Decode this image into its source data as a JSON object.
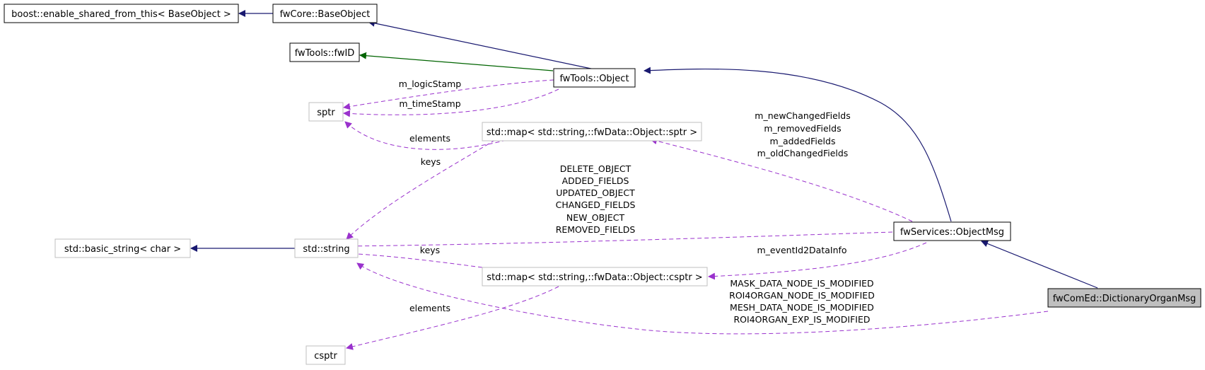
{
  "colors": {
    "inheritance": "#191970",
    "inheritance_alt": "#006400",
    "usage": "#9a32cd",
    "box_border": "#000000",
    "box_border_external": "#bfbfbf",
    "box_selected_fill": "#bfbfbf"
  },
  "nodes": {
    "boost_esft": "boost::enable_shared_from_this< BaseObject >",
    "fwcore_baseobject": "fwCore::BaseObject",
    "fwtools_fwid": "fwTools::fwID",
    "fwtools_object": "fwTools::Object",
    "sptr": "sptr",
    "map_sptr": "std::map< std::string,::fwData::Object::sptr >",
    "basic_string": "std::basic_string< char >",
    "std_string": "std::string",
    "objectmsg": "fwServices::ObjectMsg",
    "map_csptr": "std::map< std::string,::fwData::Object::csptr >",
    "dictionaryorganmsg": "fwComEd::DictionaryOrganMsg",
    "csptr": "csptr"
  },
  "edge_labels": {
    "logicstamp": "m_logicStamp",
    "timestamp": "m_timeStamp",
    "elements_sptr": "elements",
    "keys_sptr": "keys",
    "fields": [
      "m_newChangedFields",
      "m_removedFields",
      "m_addedFields",
      "m_oldChangedFields"
    ],
    "events": [
      "DELETE_OBJECT",
      "ADDED_FIELDS",
      "UPDATED_OBJECT",
      "CHANGED_FIELDS",
      "NEW_OBJECT",
      "REMOVED_FIELDS"
    ],
    "keys_csptr": "keys",
    "eventid2datainfo": "m_eventId2DataInfo",
    "elements_csptr": "elements",
    "organ_events": [
      "MASK_DATA_NODE_IS_MODIFIED",
      "ROI4ORGAN_NODE_IS_MODIFIED",
      "MESH_DATA_NODE_IS_MODIFIED",
      "ROI4ORGAN_EXP_IS_MODIFIED"
    ]
  }
}
